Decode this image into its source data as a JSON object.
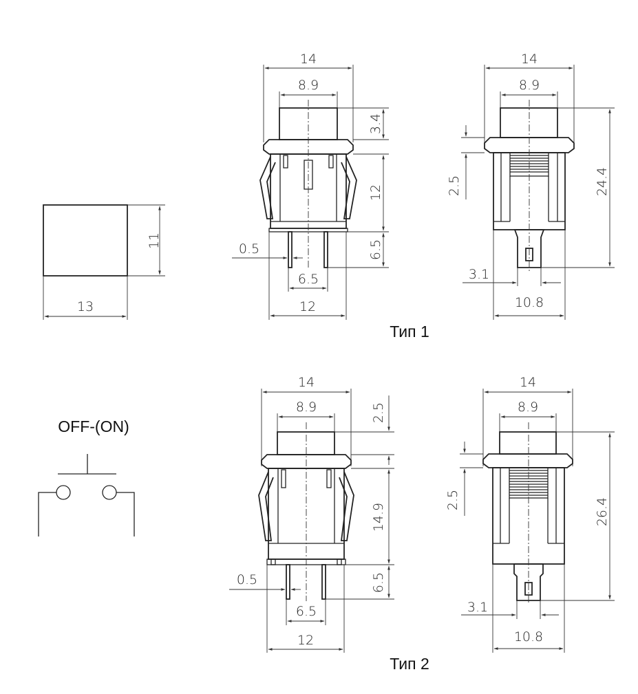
{
  "dimensions": {
    "cap_width": "13",
    "cap_height": "11",
    "t1_front_width": "14",
    "t1_front_button": "8.9",
    "t1_front_button_h": "3.4",
    "t1_front_body_h": "12",
    "t1_front_pin_w": "0.5",
    "t1_front_pin_pitch": "6.5",
    "t1_front_pin_h": "6.5",
    "t1_front_base": "12",
    "t1_side_width": "14",
    "t1_side_button": "8.9",
    "t1_side_flange": "2.5",
    "t1_side_total": "24.4",
    "t1_side_tab": "3.1",
    "t1_side_base": "10.8",
    "t2_front_width": "14",
    "t2_front_button": "8.9",
    "t2_front_button_h": "2.5",
    "t2_front_body_h": "14.9",
    "t2_front_pin_w": "0.5",
    "t2_front_pin_pitch": "6.5",
    "t2_front_pin_h": "6.5",
    "t2_front_base": "12",
    "t2_side_width": "14",
    "t2_side_button": "8.9",
    "t2_side_flange": "2.5",
    "t2_side_total": "26.4",
    "t2_side_tab": "3.1",
    "t2_side_base": "10.8"
  },
  "labels": {
    "type1": "Тип 1",
    "type2": "Тип 2",
    "schematic": "OFF-(ON)"
  },
  "colors": {
    "line": "#222222",
    "background": "#ffffff"
  }
}
